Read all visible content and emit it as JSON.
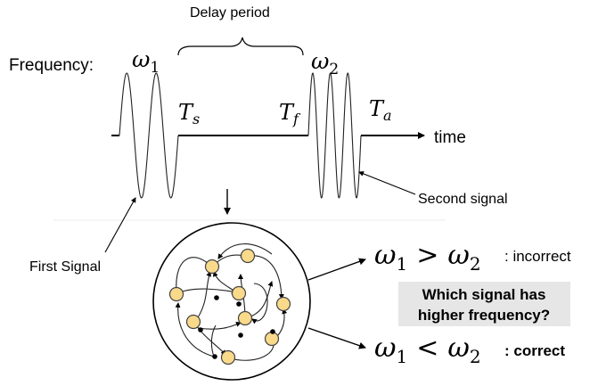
{
  "labels": {
    "delay_period": "Delay period",
    "frequency": "Frequency:",
    "time": "time",
    "second_signal": "Second signal",
    "first_signal": "First Signal"
  },
  "symbols": {
    "omega1": "ω",
    "omega1_sub": "1",
    "omega2": "ω",
    "omega2_sub": "2",
    "t_s": "T",
    "t_s_sub": "s",
    "t_f": "T",
    "t_f_sub": "f",
    "t_a": "T",
    "t_a_sub": "a"
  },
  "outcomes": [
    {
      "lhs": "ω",
      "lhs_sub": "1",
      "op": ">",
      "rhs": "ω",
      "rhs_sub": "2",
      "verdict": ": incorrect"
    },
    {
      "lhs": "ω",
      "lhs_sub": "1",
      "op": "<",
      "rhs": "ω",
      "rhs_sub": "2",
      "verdict": ": correct"
    }
  ],
  "question": {
    "line1": "Which signal has",
    "line2": "higher frequency?"
  },
  "colors": {
    "node_fill": "#f9d98a",
    "question_bg": "#e6e6e6"
  }
}
